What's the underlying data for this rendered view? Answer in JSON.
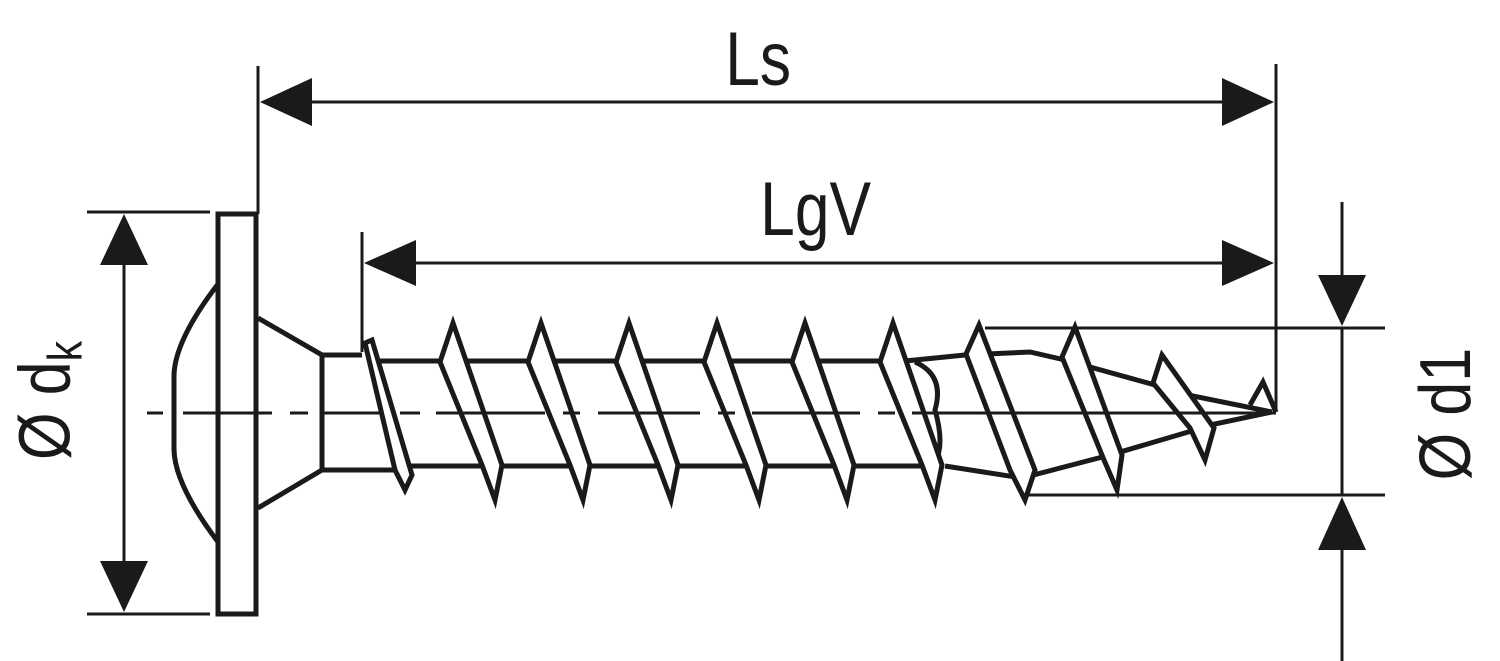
{
  "diagram": {
    "subject": "wood screw dimension drawing",
    "stroke_color": "#1a1a1a",
    "background": "#ffffff",
    "dimensions": {
      "overall_length": {
        "label": "Ls"
      },
      "thread_length": {
        "label": "LgV"
      },
      "head_diameter": {
        "symbol": "Ø d",
        "subscript": "k"
      },
      "thread_diameter": {
        "label": "Ø d1"
      }
    }
  }
}
